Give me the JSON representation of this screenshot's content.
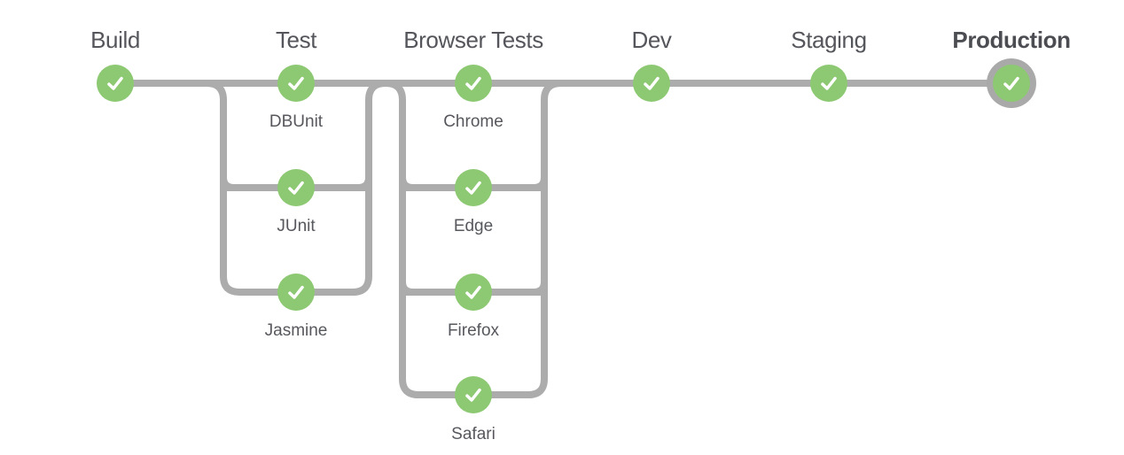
{
  "colors": {
    "node_green": "#8DC972",
    "connector_gray": "#ACACAC",
    "ring_gray": "#A9A9A9",
    "stage_title_gray": "#55565B",
    "job_label_gray": "#57585D",
    "check_white": "#FFFFFF",
    "bg": "#FFFFFF"
  },
  "pipeline": {
    "stages": [
      {
        "name": "Build",
        "status": "passed",
        "status_icon": "check-icon",
        "jobs": []
      },
      {
        "name": "Test",
        "status": "passed",
        "jobs": [
          {
            "name": "DBUnit",
            "status": "passed",
            "status_icon": "check-icon"
          },
          {
            "name": "JUnit",
            "status": "passed",
            "status_icon": "check-icon"
          },
          {
            "name": "Jasmine",
            "status": "passed",
            "status_icon": "check-icon"
          }
        ]
      },
      {
        "name": "Browser Tests",
        "status": "passed",
        "jobs": [
          {
            "name": "Chrome",
            "status": "passed",
            "status_icon": "check-icon"
          },
          {
            "name": "Edge",
            "status": "passed",
            "status_icon": "check-icon"
          },
          {
            "name": "Firefox",
            "status": "passed",
            "status_icon": "check-icon"
          },
          {
            "name": "Safari",
            "status": "passed",
            "status_icon": "check-icon"
          }
        ]
      },
      {
        "name": "Dev",
        "status": "passed",
        "status_icon": "check-icon",
        "jobs": []
      },
      {
        "name": "Staging",
        "status": "passed",
        "status_icon": "check-icon",
        "jobs": []
      },
      {
        "name": "Production",
        "status": "passed",
        "status_icon": "check-icon",
        "highlighted": true,
        "jobs": []
      }
    ]
  }
}
